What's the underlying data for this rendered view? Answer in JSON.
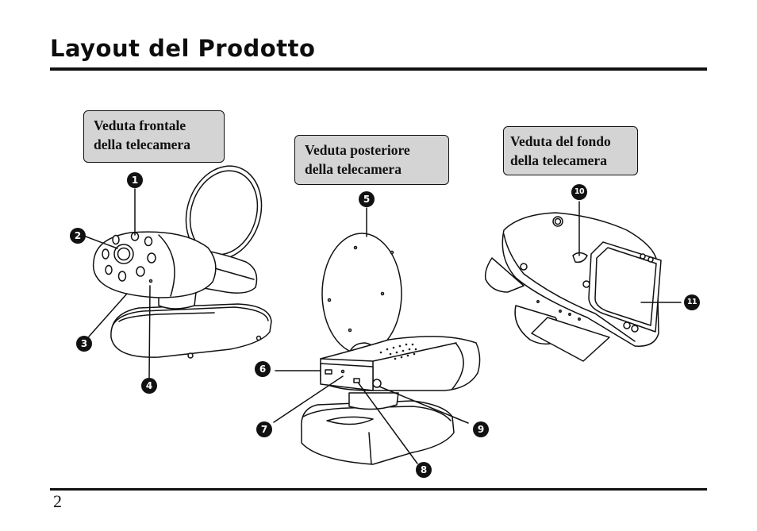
{
  "page": {
    "title": "Layout del Prodotto",
    "number": "2"
  },
  "views": {
    "front": {
      "line1": "Veduta frontale",
      "line2": "della telecamera"
    },
    "rear": {
      "line1": "Veduta posteriore",
      "line2": "della telecamera"
    },
    "bottom": {
      "line1": "Veduta del fondo",
      "line2": "della telecamera"
    }
  },
  "callouts": [
    "1",
    "2",
    "3",
    "4",
    "5",
    "6",
    "7",
    "8",
    "9",
    "10",
    "11"
  ],
  "colors": {
    "label_fill": "#d4d4d4",
    "ink": "#111111"
  }
}
